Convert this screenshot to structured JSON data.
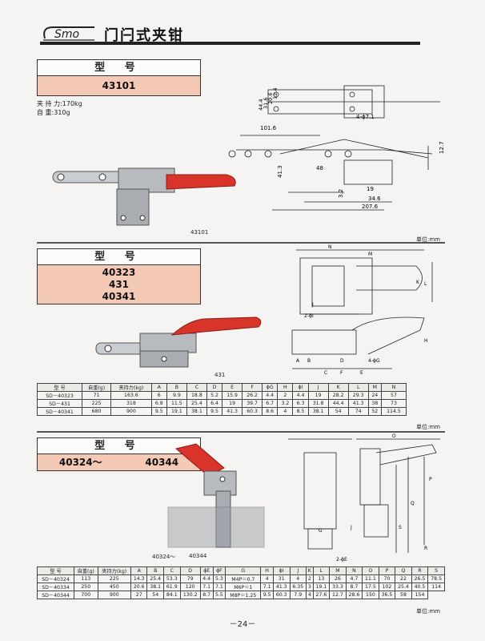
{
  "header": {
    "logo_text": "Smo",
    "title": "门闩式夹钳"
  },
  "section1": {
    "head_label": "型 号",
    "models": [
      "43101"
    ],
    "spec_force": "夹 持 力:170kg",
    "spec_weight": "自 重:310g",
    "caption": "43101",
    "unit": "单位:mm",
    "dims": {
      "d1": "44.4",
      "d2": "31.6",
      "d3": "20.6",
      "d4": "12.4",
      "d5": "4-ϕ7.1",
      "d6": "101.6",
      "d7": "12.7",
      "d8": "41.3",
      "d9": "48",
      "d10": "3.2",
      "d11": "19",
      "d12": "34.6",
      "d13": "207.6"
    }
  },
  "section2": {
    "head_label": "型 号",
    "models": [
      "40323",
      "431",
      "40341"
    ],
    "caption": "431",
    "unit": "单位:mm",
    "table": {
      "headers": [
        "型 号",
        "自重(g)",
        "夹持力(kg)",
        "A",
        "B",
        "C",
        "D",
        "E",
        "F",
        "ϕG",
        "H",
        "ϕI",
        "J",
        "K",
        "L",
        "M",
        "N"
      ],
      "rows": [
        [
          "SD－40323",
          "71",
          "163.6",
          "6",
          "9.9",
          "18.8",
          "5.2",
          "15.9",
          "26.2",
          "4.4",
          "2",
          "4.4",
          "19",
          "28.2",
          "29.3",
          "24",
          "57"
        ],
        [
          "SD－431",
          "225",
          "318",
          "6.8",
          "11.5",
          "25.4",
          "6.4",
          "19",
          "39.7",
          "6.7",
          "3.2",
          "6.3",
          "31.8",
          "44.4",
          "41.3",
          "38",
          "73"
        ],
        [
          "SD－40341",
          "680",
          "900",
          "9.5",
          "19.1",
          "38.1",
          "9.5",
          "41.3",
          "60.3",
          "8.6",
          "4",
          "8.5",
          "38.1",
          "54",
          "74",
          "52",
          "114.5"
        ]
      ]
    },
    "letters": [
      "A",
      "B",
      "C",
      "D",
      "E",
      "F",
      "H",
      "J",
      "K",
      "L",
      "M",
      "N",
      "2-ϕI",
      "4-ϕG"
    ]
  },
  "section3": {
    "head_label": "型 号",
    "model_from": "40324～",
    "model_to": "40344",
    "caption_left": "40324～",
    "caption_right": "40344",
    "unit": "单位:mm",
    "table": {
      "headers": [
        "型 号",
        "自重(g)",
        "夹持力(kg)",
        "A",
        "B",
        "C",
        "D",
        "ϕE",
        "ϕF",
        "G",
        "H",
        "ϕI",
        "J",
        "K",
        "L",
        "M",
        "N",
        "O",
        "P",
        "Q",
        "R",
        "S"
      ],
      "rows": [
        [
          "SD－40324",
          "113",
          "225",
          "14.3",
          "25.4",
          "53.3",
          "79",
          "4.4",
          "5.3",
          "M4P＝0.7",
          "4",
          "31",
          "4",
          "2",
          "13",
          "26",
          "4.7",
          "11.1",
          "70",
          "22",
          "26.5",
          "78.5"
        ],
        [
          "SD－40334",
          "250",
          "450",
          "20.6",
          "38.1",
          "61.9",
          "120",
          "7.1",
          "7.1",
          "M6P＝1",
          "7.1",
          "41.3",
          "6.35",
          "3",
          "19.1",
          "33.3",
          "8.7",
          "17.5",
          "102",
          "25.4",
          "40.5",
          "114"
        ],
        [
          "SD－40344",
          "700",
          "900",
          "27",
          "54",
          "84.1",
          "130.2",
          "8.7",
          "5.5",
          "M8P＝1.25",
          "9.5",
          "60.3",
          "7.9",
          "4",
          "27.6",
          "12.7",
          "28.6",
          "150",
          "36.5",
          "58",
          "154"
        ]
      ]
    },
    "letters": [
      "G",
      "P",
      "Q",
      "O",
      "S",
      "R",
      "J",
      "2-ϕE"
    ]
  },
  "footer": {
    "page_number": "－24－"
  },
  "colors": {
    "accent_pink": "#f4c9b6",
    "handle_red": "#d9342a",
    "metal": "#a9adb2"
  }
}
